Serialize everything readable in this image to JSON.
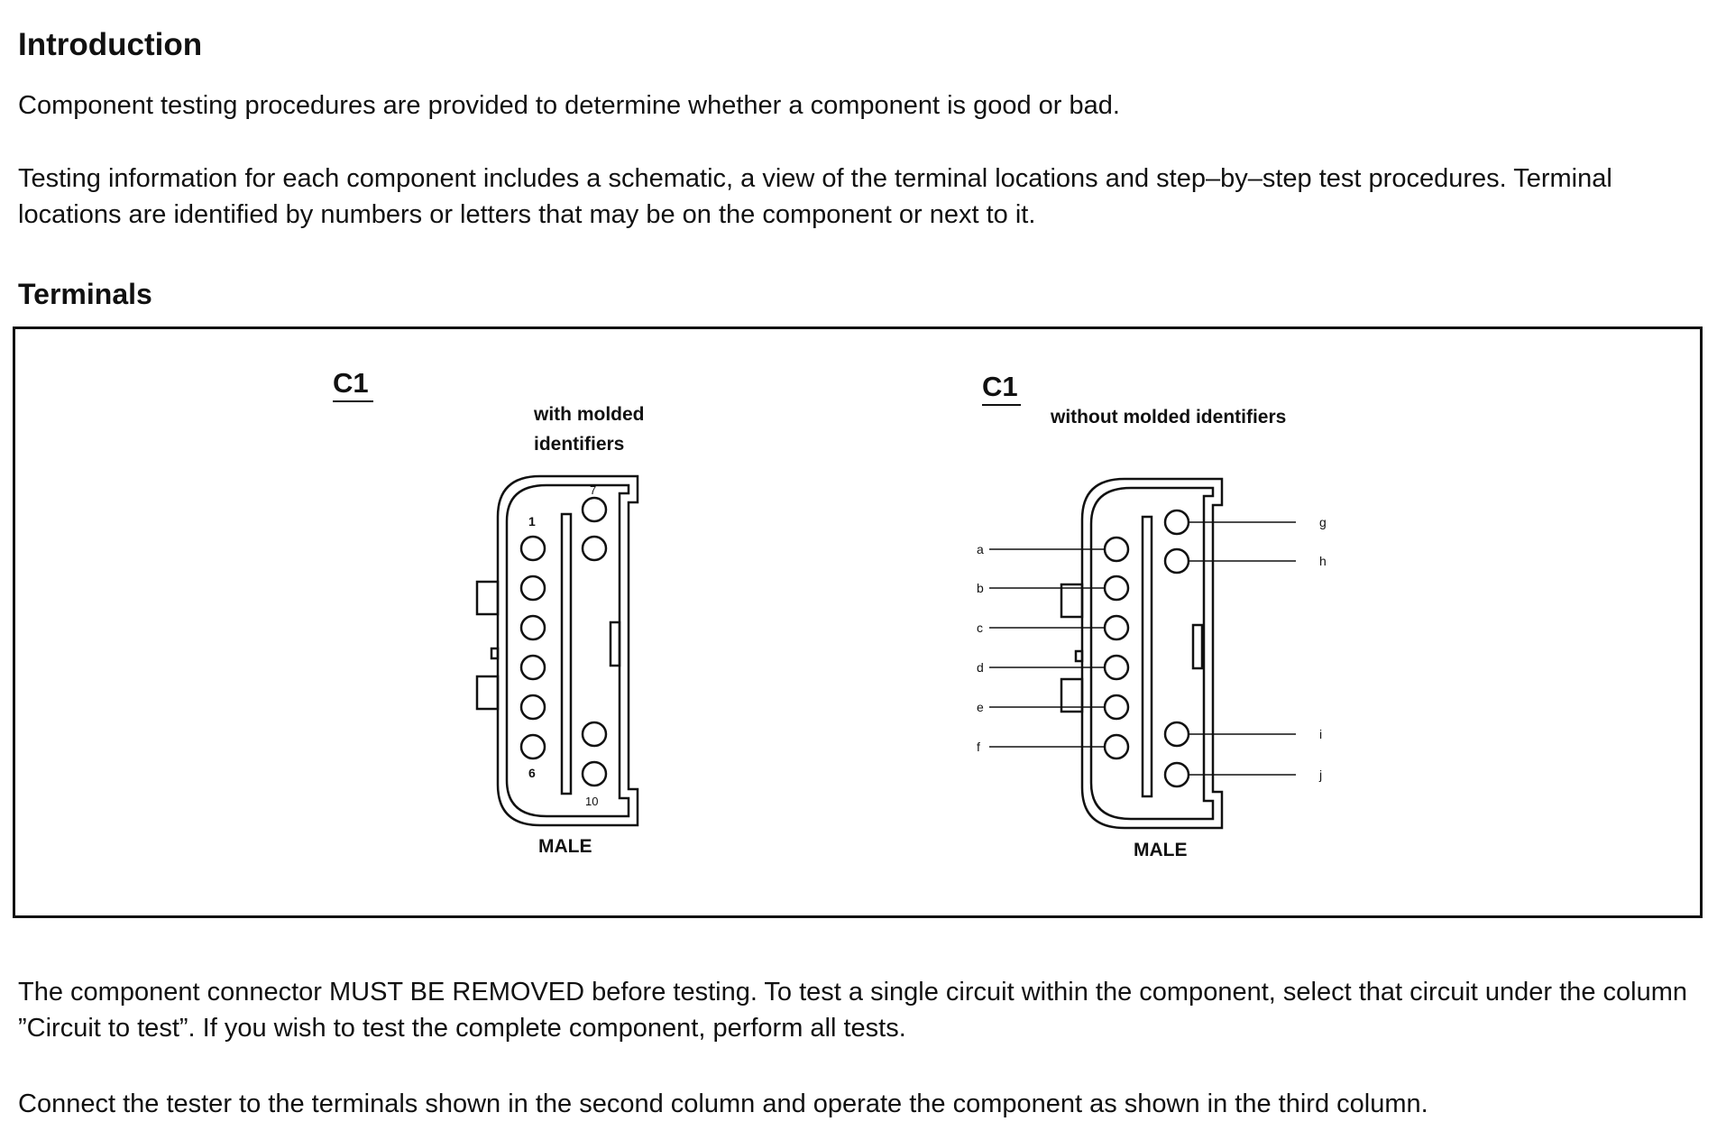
{
  "intro": {
    "heading": "Introduction",
    "para1": "Component testing procedures are provided to determine whether a component is good or bad.",
    "para2": "Testing information for each component includes a schematic, a view of the terminal locations and step–by–step test procedures. Terminal locations are identified by numbers or letters that may be on the component or next to it."
  },
  "terminals": {
    "heading": "Terminals",
    "left": {
      "title": "C1",
      "caption_line1": "with molded",
      "caption_line2": "identifiers",
      "pin_top_left": "1",
      "pin_bottom_left": "6",
      "pin_top_right": "7",
      "pin_bottom_right": "10",
      "gender": "MALE"
    },
    "right": {
      "title": "C1",
      "caption": "without molded identifiers",
      "labels_left": [
        "a",
        "b",
        "c",
        "d",
        "e",
        "f"
      ],
      "labels_right": [
        "g",
        "h",
        "i",
        "j"
      ],
      "gender": "MALE"
    }
  },
  "body": {
    "para3": "The component connector MUST BE REMOVED before testing. To test a single circuit within the component, select that circuit under the column ”Circuit to test”. If you wish to test the complete component, perform all tests.",
    "para4": "Connect the tester to the terminals shown in the second column and operate the component as shown in the third column."
  }
}
